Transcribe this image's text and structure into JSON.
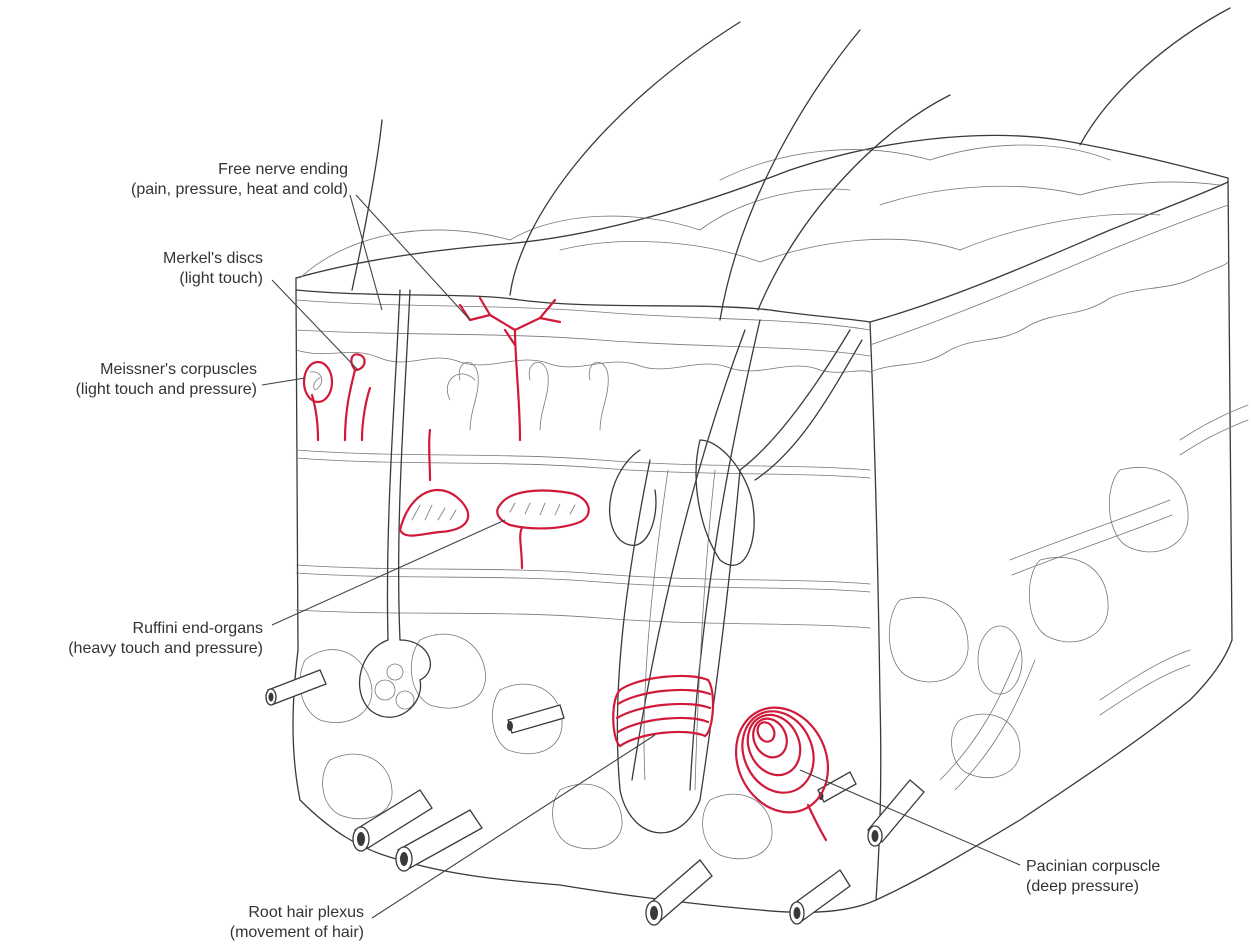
{
  "labels": {
    "free_nerve_ending": {
      "name": "Free nerve ending",
      "detail": "(pain, pressure, heat and cold)"
    },
    "merkels_discs": {
      "name": "Merkel's discs",
      "detail": "(light touch)"
    },
    "meissners_corpuscles": {
      "name": "Meissner's corpuscles",
      "detail": "(light touch and pressure)"
    },
    "ruffini_end_organs": {
      "name": "Ruffini end-organs",
      "detail": "(heavy touch and pressure)"
    },
    "root_hair_plexus": {
      "name": "Root hair plexus",
      "detail": "(movement of hair)"
    },
    "pacinian_corpuscle": {
      "name": "Pacinian corpuscle",
      "detail": "(deep pressure)"
    }
  },
  "colors": {
    "nerve": "#d11a3a",
    "ink": "#3a3a3a",
    "label_text": "#333333",
    "background": "#ffffff"
  }
}
